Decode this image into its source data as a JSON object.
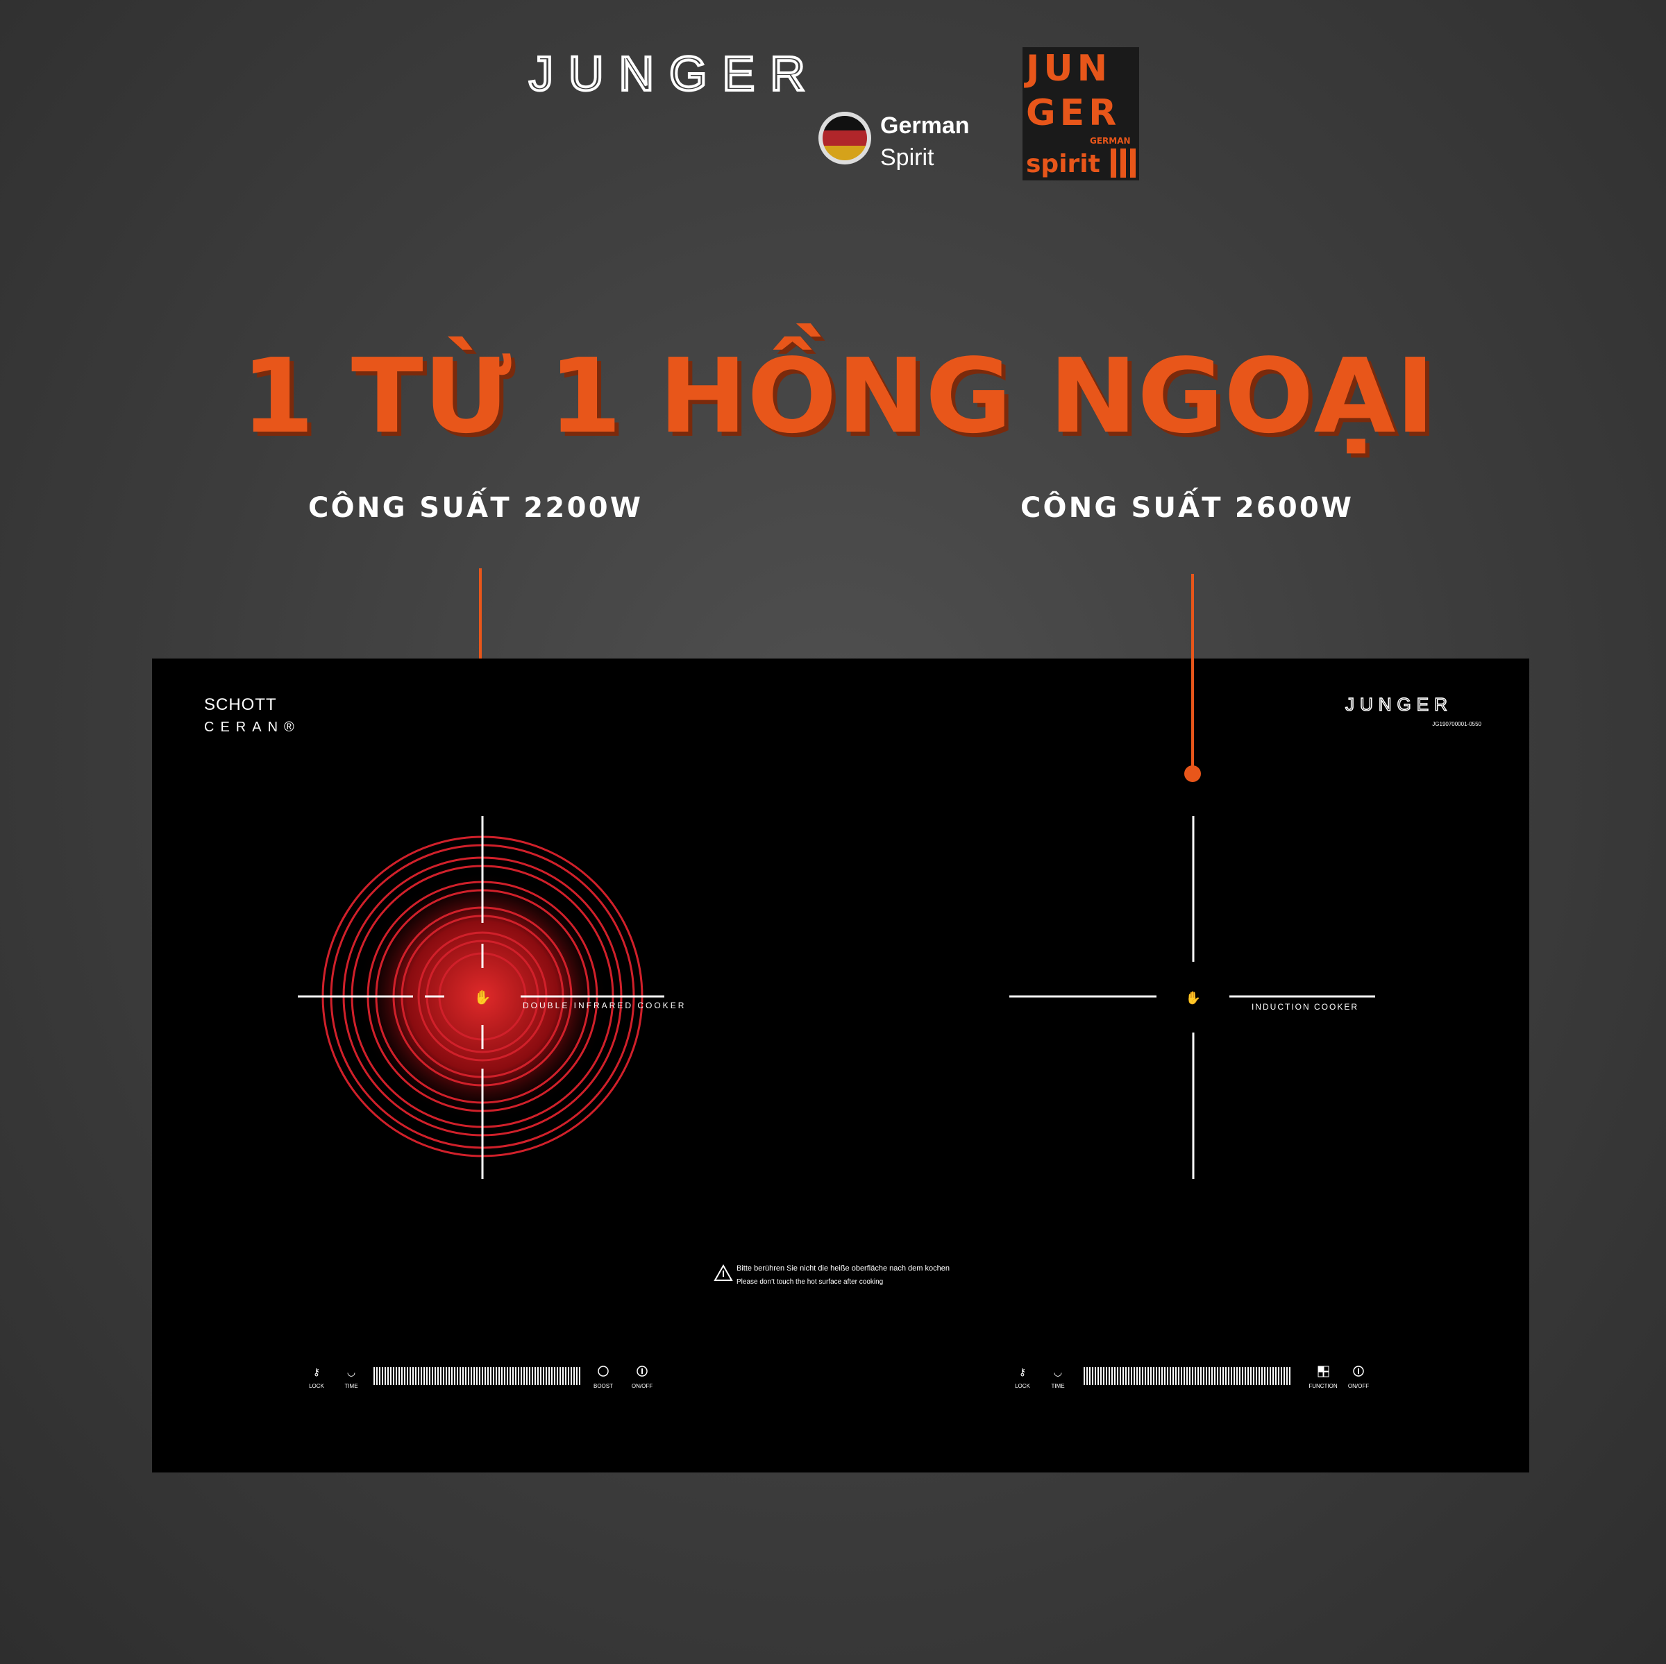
{
  "brand": {
    "logo_text": "JUNGER",
    "badge_line1": "German",
    "badge_line2": "Spirit",
    "square_logo": [
      "JUN",
      "GER",
      "spirit",
      "GERMAN"
    ]
  },
  "title": "1 TỪ 1 HỒNG NGOẠI",
  "left_zone": {
    "power": "CÔNG SUẤT 2200W",
    "label": "DOUBLE INFRARED COOKER"
  },
  "right_zone": {
    "power": "CÔNG SUẤT 2600W",
    "label": "INDUCTION COOKER"
  },
  "cooktop": {
    "glass_brand_1": "SCHOTT",
    "glass_brand_2": "CERAN®",
    "logo": "JUNGER",
    "model": "JG190700001-0550",
    "warning_de": "Bitte berühren Sie nicht die heiße oberfläche nach dem kochen",
    "warning_en": "Please don’t touch the hot surface after cooking"
  },
  "left_controls": {
    "lock": "LOCK",
    "time": "TIME",
    "boost": "BOOST",
    "onoff": "ON/OFF"
  },
  "right_controls": {
    "lock": "LOCK",
    "time": "TIME",
    "function": "FUNCTION",
    "onoff": "ON/OFF"
  },
  "colors": {
    "accent": "#e8561a",
    "burner": "#d0202a"
  }
}
